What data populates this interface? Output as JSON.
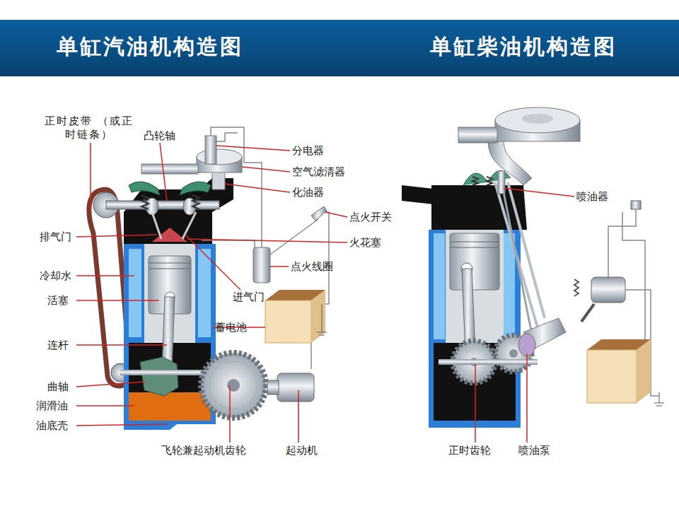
{
  "diagram": {
    "nodes": [
      {
        "text": [
          "单缸汽油机构造图",
          "单缸柴油机构造图"
        ]
      }
    ],
    "labels": [
      "正时皮带 （或正时链条）",
      "凸轮轴",
      "分电器",
      "空气滤清器",
      "化油器",
      "点火开关",
      "排气门",
      "火花塞",
      "冷却水",
      "点火线圈",
      "活塞",
      "进气门",
      "蓄电池",
      "连杆",
      "曲轴",
      "润滑油",
      "油底壳",
      "飞轮兼起动机齿轮",
      "起动机",
      "喷油器",
      "正时齿轮",
      "喷油泵"
    ]
  }
}
